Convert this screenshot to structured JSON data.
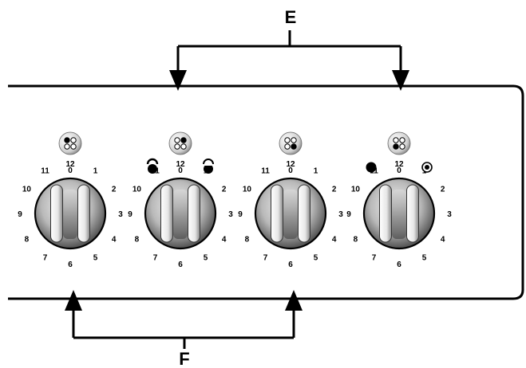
{
  "labels": {
    "top": "E",
    "bottom": "F"
  },
  "scale_numbers": [
    "0",
    "1",
    "2",
    "3",
    "4",
    "5",
    "6",
    "7",
    "8",
    "9",
    "10",
    "11",
    "12"
  ],
  "knobs": [
    {
      "name": "knob-1",
      "zone_icon": "hob-zone-top-left-icon",
      "left_symbol": "",
      "right_symbol": ""
    },
    {
      "name": "knob-2",
      "zone_icon": "hob-zone-top-right-icon",
      "left_symbol": "dual-zone-inner-icon",
      "right_symbol": "dual-zone-outer-icon"
    },
    {
      "name": "knob-3",
      "zone_icon": "hob-zone-bottom-right-icon",
      "left_symbol": "",
      "right_symbol": ""
    },
    {
      "name": "knob-4",
      "zone_icon": "hob-zone-bottom-left-icon",
      "left_symbol": "filled-dot-icon",
      "right_symbol": "target-dot-icon"
    }
  ],
  "colors": {
    "stroke": "#000000",
    "background": "#ffffff"
  }
}
